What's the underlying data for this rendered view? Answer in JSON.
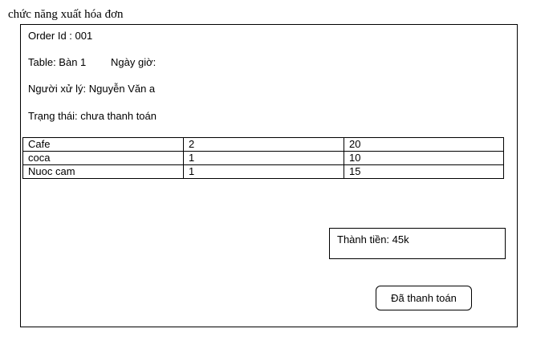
{
  "heading": "chức năng xuất hóa đơn",
  "order": {
    "order_id": "Order Id : 001",
    "table": "Table: Bàn 1",
    "datetime": "Ngày giờ:",
    "handler": "Người xử lý: Nguyễn Văn a",
    "status": "Trạng thái: chưa thanh toán"
  },
  "items": [
    {
      "name": "Cafe",
      "qty": "2",
      "price": "20"
    },
    {
      "name": "coca",
      "qty": "1",
      "price": "10"
    },
    {
      "name": "Nuoc cam",
      "qty": "1",
      "price": "15"
    }
  ],
  "total": "Thành tiền: 45k",
  "paid_button": "Đã thanh toán"
}
